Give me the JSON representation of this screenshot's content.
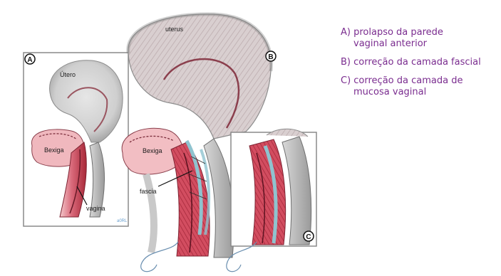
{
  "panels": {
    "a": {
      "badge": "A",
      "uterus": "Útero",
      "bladder": "Bexiga",
      "vagina": "vagina"
    },
    "b": {
      "badge": "B",
      "uterus": "uterus",
      "bladder": "Bexiga",
      "fascia": "fascia"
    },
    "c": {
      "badge": "C"
    }
  },
  "legend": {
    "a_line1": "A) prolapso da parede",
    "a_line2": "vaginal anterior",
    "b_line1": "B) correção da camada fascial",
    "c_line1": "C) correção da camada de",
    "c_line2": "mucosa vaginal"
  },
  "colors": {
    "legend_text": "#7a2c8f",
    "uterus_gray": "#c9c9c9",
    "tissue_pink": "#e7a3aa",
    "mucosa_red": "#c23a4a",
    "fascia_blue": "#8fc3cf"
  }
}
